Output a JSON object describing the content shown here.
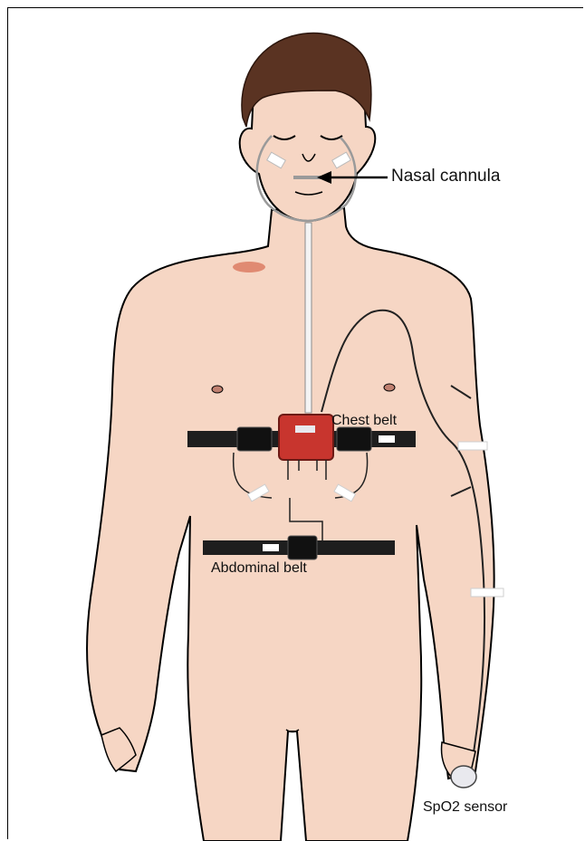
{
  "labels": {
    "nasal_cannula": "Nasal cannula",
    "chest_belt": "Chest belt",
    "abdominal_belt": "Abdominal belt",
    "spo2_sensor": "SpO2 sensor"
  },
  "colors": {
    "skin": "#f6d6c4",
    "hair": "#5a3322",
    "device": "#c8352e",
    "belt": "#1e1e1e"
  }
}
